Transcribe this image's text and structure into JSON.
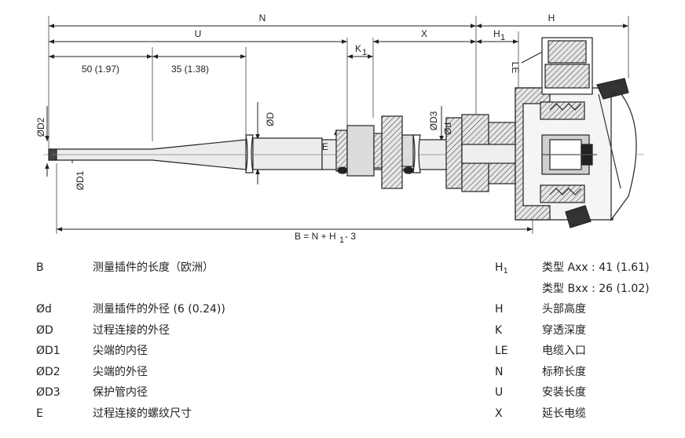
{
  "diagram": {
    "dimensions": {
      "N": "N",
      "H": "H",
      "U": "U",
      "X": "X",
      "K1": "K",
      "K1_sub": "1",
      "H1": "H",
      "H1_sub": "1",
      "len50": "50 (1.97)",
      "len35": "35 (1.38)",
      "B_eq_pre": "B = N + H",
      "B_eq_sub": "1",
      "B_eq_post": " - 3"
    },
    "labels": {
      "D2": "ØD2",
      "D1": "ØD1",
      "D": "ØD",
      "D3": "ØD3",
      "d": "Ød",
      "E": "E",
      "LE": "LE"
    }
  },
  "legend": {
    "left": [
      {
        "symbol": "B",
        "text": "测量插件的长度（欧洲）"
      },
      {
        "symbol": "",
        "text": ""
      },
      {
        "symbol": "Ød",
        "text": "测量插件的外径 (6 (0.24))"
      },
      {
        "symbol": "ØD",
        "text": "过程连接的外径"
      },
      {
        "symbol": "ØD1",
        "text": "尖端的内径"
      },
      {
        "symbol": "ØD2",
        "text": "尖端的外径"
      },
      {
        "symbol": "ØD3",
        "text": "保护管内径"
      },
      {
        "symbol": "E",
        "text": "过程连接的螺纹尺寸"
      }
    ],
    "right": [
      {
        "symbol": "H",
        "symbol_sub": "1",
        "text": "类型 Axx : 41 (1.61)"
      },
      {
        "symbol": "",
        "symbol_sub": "",
        "text": "类型 Bxx : 26 (1.02)"
      },
      {
        "symbol": "H",
        "symbol_sub": "",
        "text": "头部高度"
      },
      {
        "symbol": "K",
        "symbol_sub": "",
        "text": "穿透深度"
      },
      {
        "symbol": "LE",
        "symbol_sub": "",
        "text": "电缆入口"
      },
      {
        "symbol": "N",
        "symbol_sub": "",
        "text": "标称长度"
      },
      {
        "symbol": "U",
        "symbol_sub": "",
        "text": "安装长度"
      },
      {
        "symbol": "X",
        "symbol_sub": "",
        "text": "延长电缆"
      }
    ]
  }
}
